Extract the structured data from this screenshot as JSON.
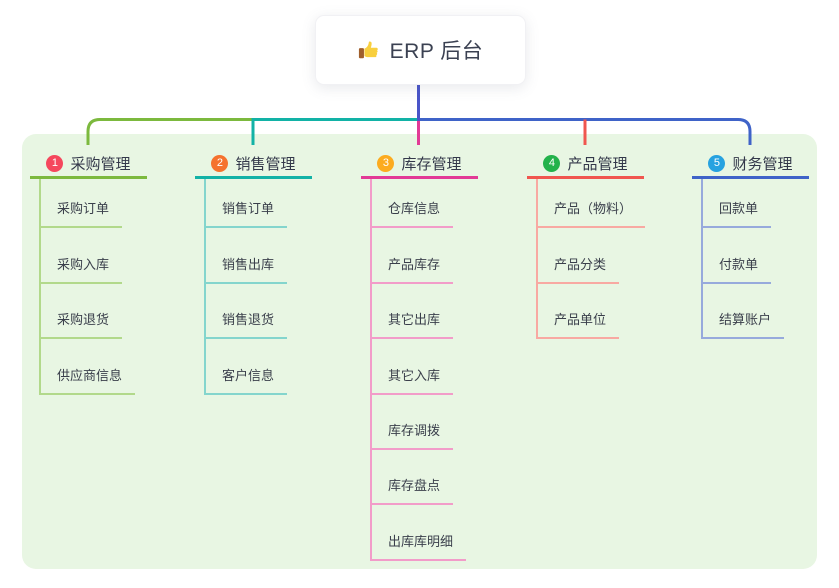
{
  "root": {
    "label": "ERP 后台",
    "icon": "thumbs-up-icon",
    "line_color": "#4a55c9"
  },
  "panel": {
    "bg": "#e8f6e3"
  },
  "branches": [
    {
      "badge": "1",
      "label": "采购管理",
      "badge_color": "#f5475d",
      "color": "#7cb93e",
      "child_color": "#b2d98b",
      "children": [
        "采购订单",
        "采购入库",
        "采购退货",
        "供应商信息"
      ]
    },
    {
      "badge": "2",
      "label": "销售管理",
      "badge_color": "#f5722e",
      "color": "#12b2a6",
      "child_color": "#84d5cd",
      "children": [
        "销售订单",
        "销售出库",
        "销售退货",
        "客户信息"
      ]
    },
    {
      "badge": "3",
      "label": "库存管理",
      "badge_color": "#fcab1f",
      "color": "#e23a96",
      "child_color": "#f29cc9",
      "children": [
        "仓库信息",
        "产品库存",
        "其它出库",
        "其它入库",
        "库存调拨",
        "库存盘点",
        "出库库明细"
      ]
    },
    {
      "badge": "4",
      "label": "产品管理",
      "badge_color": "#23b24b",
      "color": "#f0564f",
      "child_color": "#f8a9a2",
      "children": [
        "产品（物料）",
        "产品分类",
        "产品单位"
      ]
    },
    {
      "badge": "5",
      "label": "财务管理",
      "badge_color": "#27a2e0",
      "color": "#3f63c8",
      "child_color": "#97aadc",
      "children": [
        "回款单",
        "付款单",
        "结算账户"
      ]
    }
  ]
}
